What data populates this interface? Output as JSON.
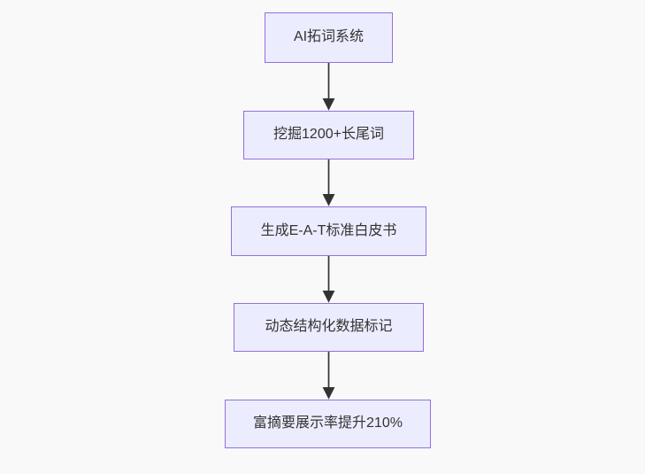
{
  "diagram": {
    "type": "flowchart",
    "direction": "top-down",
    "nodes": [
      {
        "id": "n1",
        "label": "AI拓词系统"
      },
      {
        "id": "n2",
        "label": "挖掘1200+长尾词"
      },
      {
        "id": "n3",
        "label": "生成E-A-T标准白皮书"
      },
      {
        "id": "n4",
        "label": "动态结构化数据标记"
      },
      {
        "id": "n5",
        "label": "富摘要展示率提升210%"
      }
    ],
    "edges": [
      {
        "from": "AI拓词系统",
        "to": "挖掘1200+长尾词"
      },
      {
        "from": "挖掘1200+长尾词",
        "to": "生成E-A-T标准白皮书"
      },
      {
        "from": "生成E-A-T标准白皮书",
        "to": "动态结构化数据标记"
      },
      {
        "from": "动态结构化数据标记",
        "to": "富摘要展示率提升210%"
      }
    ],
    "colors": {
      "background": "#f9f9f9",
      "node_fill": "#ECECFF",
      "node_border": "#9370DB",
      "edge": "#333333",
      "text": "#333333"
    }
  }
}
